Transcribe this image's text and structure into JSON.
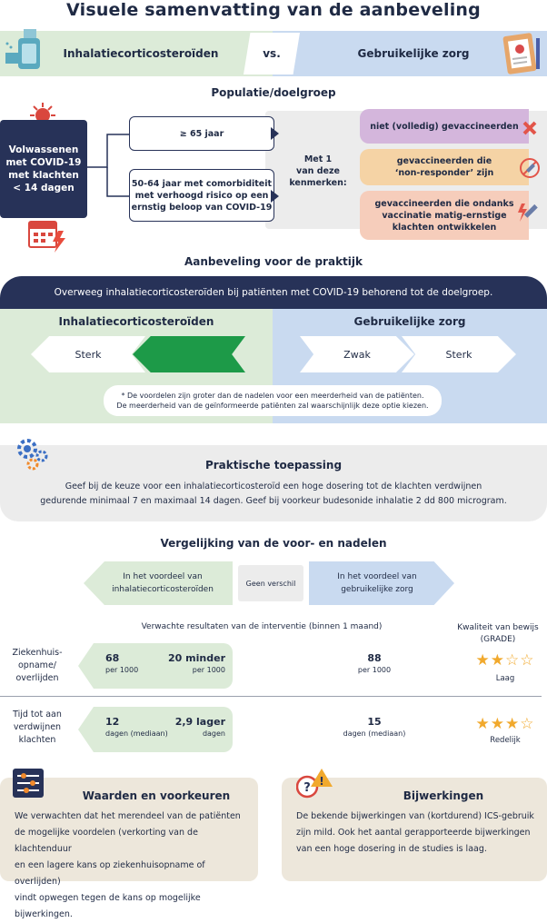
{
  "title": "Visuele samenvatting van de aanbeveling",
  "compare": {
    "left": "Inhalatiecorticosteroïden",
    "vs": "vs.",
    "right": "Gebruikelijke zorg"
  },
  "population": {
    "title": "Populatie/doelgroep",
    "patient_lines": [
      "Volwassenen",
      "met COVID-19",
      "met klachten",
      "< 14 dagen"
    ],
    "age_1": "≥ 65 jaar",
    "age_2_lines": [
      "50-64 jaar met comorbiditeit",
      "met verhoogd risico op een",
      "ernstig beloop van COVID-19"
    ],
    "criteria_label_lines": [
      "Met 1",
      "van deze",
      "kenmerken:"
    ],
    "criteria": [
      [
        "niet (volledig) gevaccineerden"
      ],
      [
        "gevaccineerden die",
        "‘non-responder’ zijn"
      ],
      [
        "gevaccineerden die ondanks",
        "vaccinatie matig-ernstige",
        "klachten ontwikkelen"
      ]
    ]
  },
  "recommendation": {
    "title": "Aanbeveling voor de praktijk",
    "banner": "Overweeg inhalatiecorticosteroïden bij patiënten met COVID-19 behorend tot de doelgroep.",
    "left_title": "Inhalatiecorticosteroïden",
    "right_title": "Gebruikelijke zorg",
    "left_strong": "Sterk",
    "right_weak": "Zwak",
    "right_strong": "Sterk",
    "selected": "Zwak, in het voordeel van inhalatiecorticosteroïden",
    "note_lines": [
      "*  De voordelen zijn groter dan de nadelen voor een meerderheid van de patiënten.",
      "De meerderheid van de geïnformeerde patiënten zal waarschijnlijk deze optie kiezen."
    ]
  },
  "practical": {
    "title": "Praktische toepassing",
    "lines": [
      "Geef bij de keuze voor een inhalatiecorticosteroïd een hoge dosering tot de klachten verdwijnen",
      "gedurende minimaal 7 en maximaal 14 dagen. Geef bij voorkeur budesonide inhalatie 2 dd 800 microgram."
    ]
  },
  "comparison": {
    "title": "Vergelijking van de voor- en nadelen",
    "favor_left_lines": [
      "In het voordeel van",
      "inhalatiecorticosteroïden"
    ],
    "no_diff": "Geen verschil",
    "favor_right_lines": [
      "In het voordeel van",
      "gebruikelijke zorg"
    ],
    "results_header": "Verwachte resultaten van de interventie (binnen 1 maand)",
    "quality_header_lines": [
      "Kwaliteit van bewijs",
      "(GRADE)"
    ],
    "rows": [
      {
        "label_lines": [
          "Ziekenhuis-",
          "opname/",
          "overlijden"
        ],
        "ics_value": "68",
        "ics_unit": "per 1000",
        "diff_value": "20 minder",
        "diff_unit": "per 1000",
        "care_value": "88",
        "care_unit": "per 1000",
        "stars": "★★☆☆",
        "stars_filled": 2,
        "quality": "Laag"
      },
      {
        "label_lines": [
          "Tijd tot aan",
          "verdwijnen",
          "klachten"
        ],
        "ics_value": "12",
        "ics_unit": "dagen (mediaan)",
        "diff_value": "2,9 lager",
        "diff_unit": "dagen",
        "care_value": "15",
        "care_unit": "dagen (mediaan)",
        "stars": "★★★☆",
        "stars_filled": 3,
        "quality": "Redelijk"
      }
    ]
  },
  "values": {
    "title": "Waarden en voorkeuren",
    "lines": [
      "We verwachten dat het merendeel van de patiënten",
      "de mogelijke voordelen (verkorting van de klachtenduur",
      "en een lagere kans op ziekenhuisopname of overlijden)",
      "vindt opwegen tegen de kans op mogelijke bijwerkingen."
    ]
  },
  "side_effects": {
    "title": "Bijwerkingen",
    "lines": [
      "De bekende bijwerkingen van (kortdurend) ICS-gebruik",
      "zijn mild. Ook het aantal gerapporteerde bijwerkingen",
      "van een hoge dosering in de studies is laag."
    ]
  },
  "colors": {
    "navy": "#273258",
    "green_light": "#dcebd8",
    "blue_light": "#c9daf0",
    "green_strong": "#1d9a48",
    "star": "#f1a92d"
  }
}
